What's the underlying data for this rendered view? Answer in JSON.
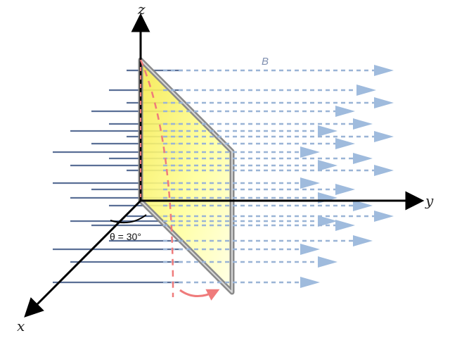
{
  "axes": {
    "x": "x",
    "y": "y",
    "z": "z"
  },
  "field_label": "B",
  "angle_label": "θ = 30°",
  "colors": {
    "axis": "#000000",
    "field_solid": "#5a6f96",
    "field_dashed": "#9ab4d6",
    "arrowhead": "#9fbbdd",
    "loop_frame": "#8a8a8a",
    "loop_fill": "#ffff66",
    "rotation": "#ef7b7b"
  }
}
